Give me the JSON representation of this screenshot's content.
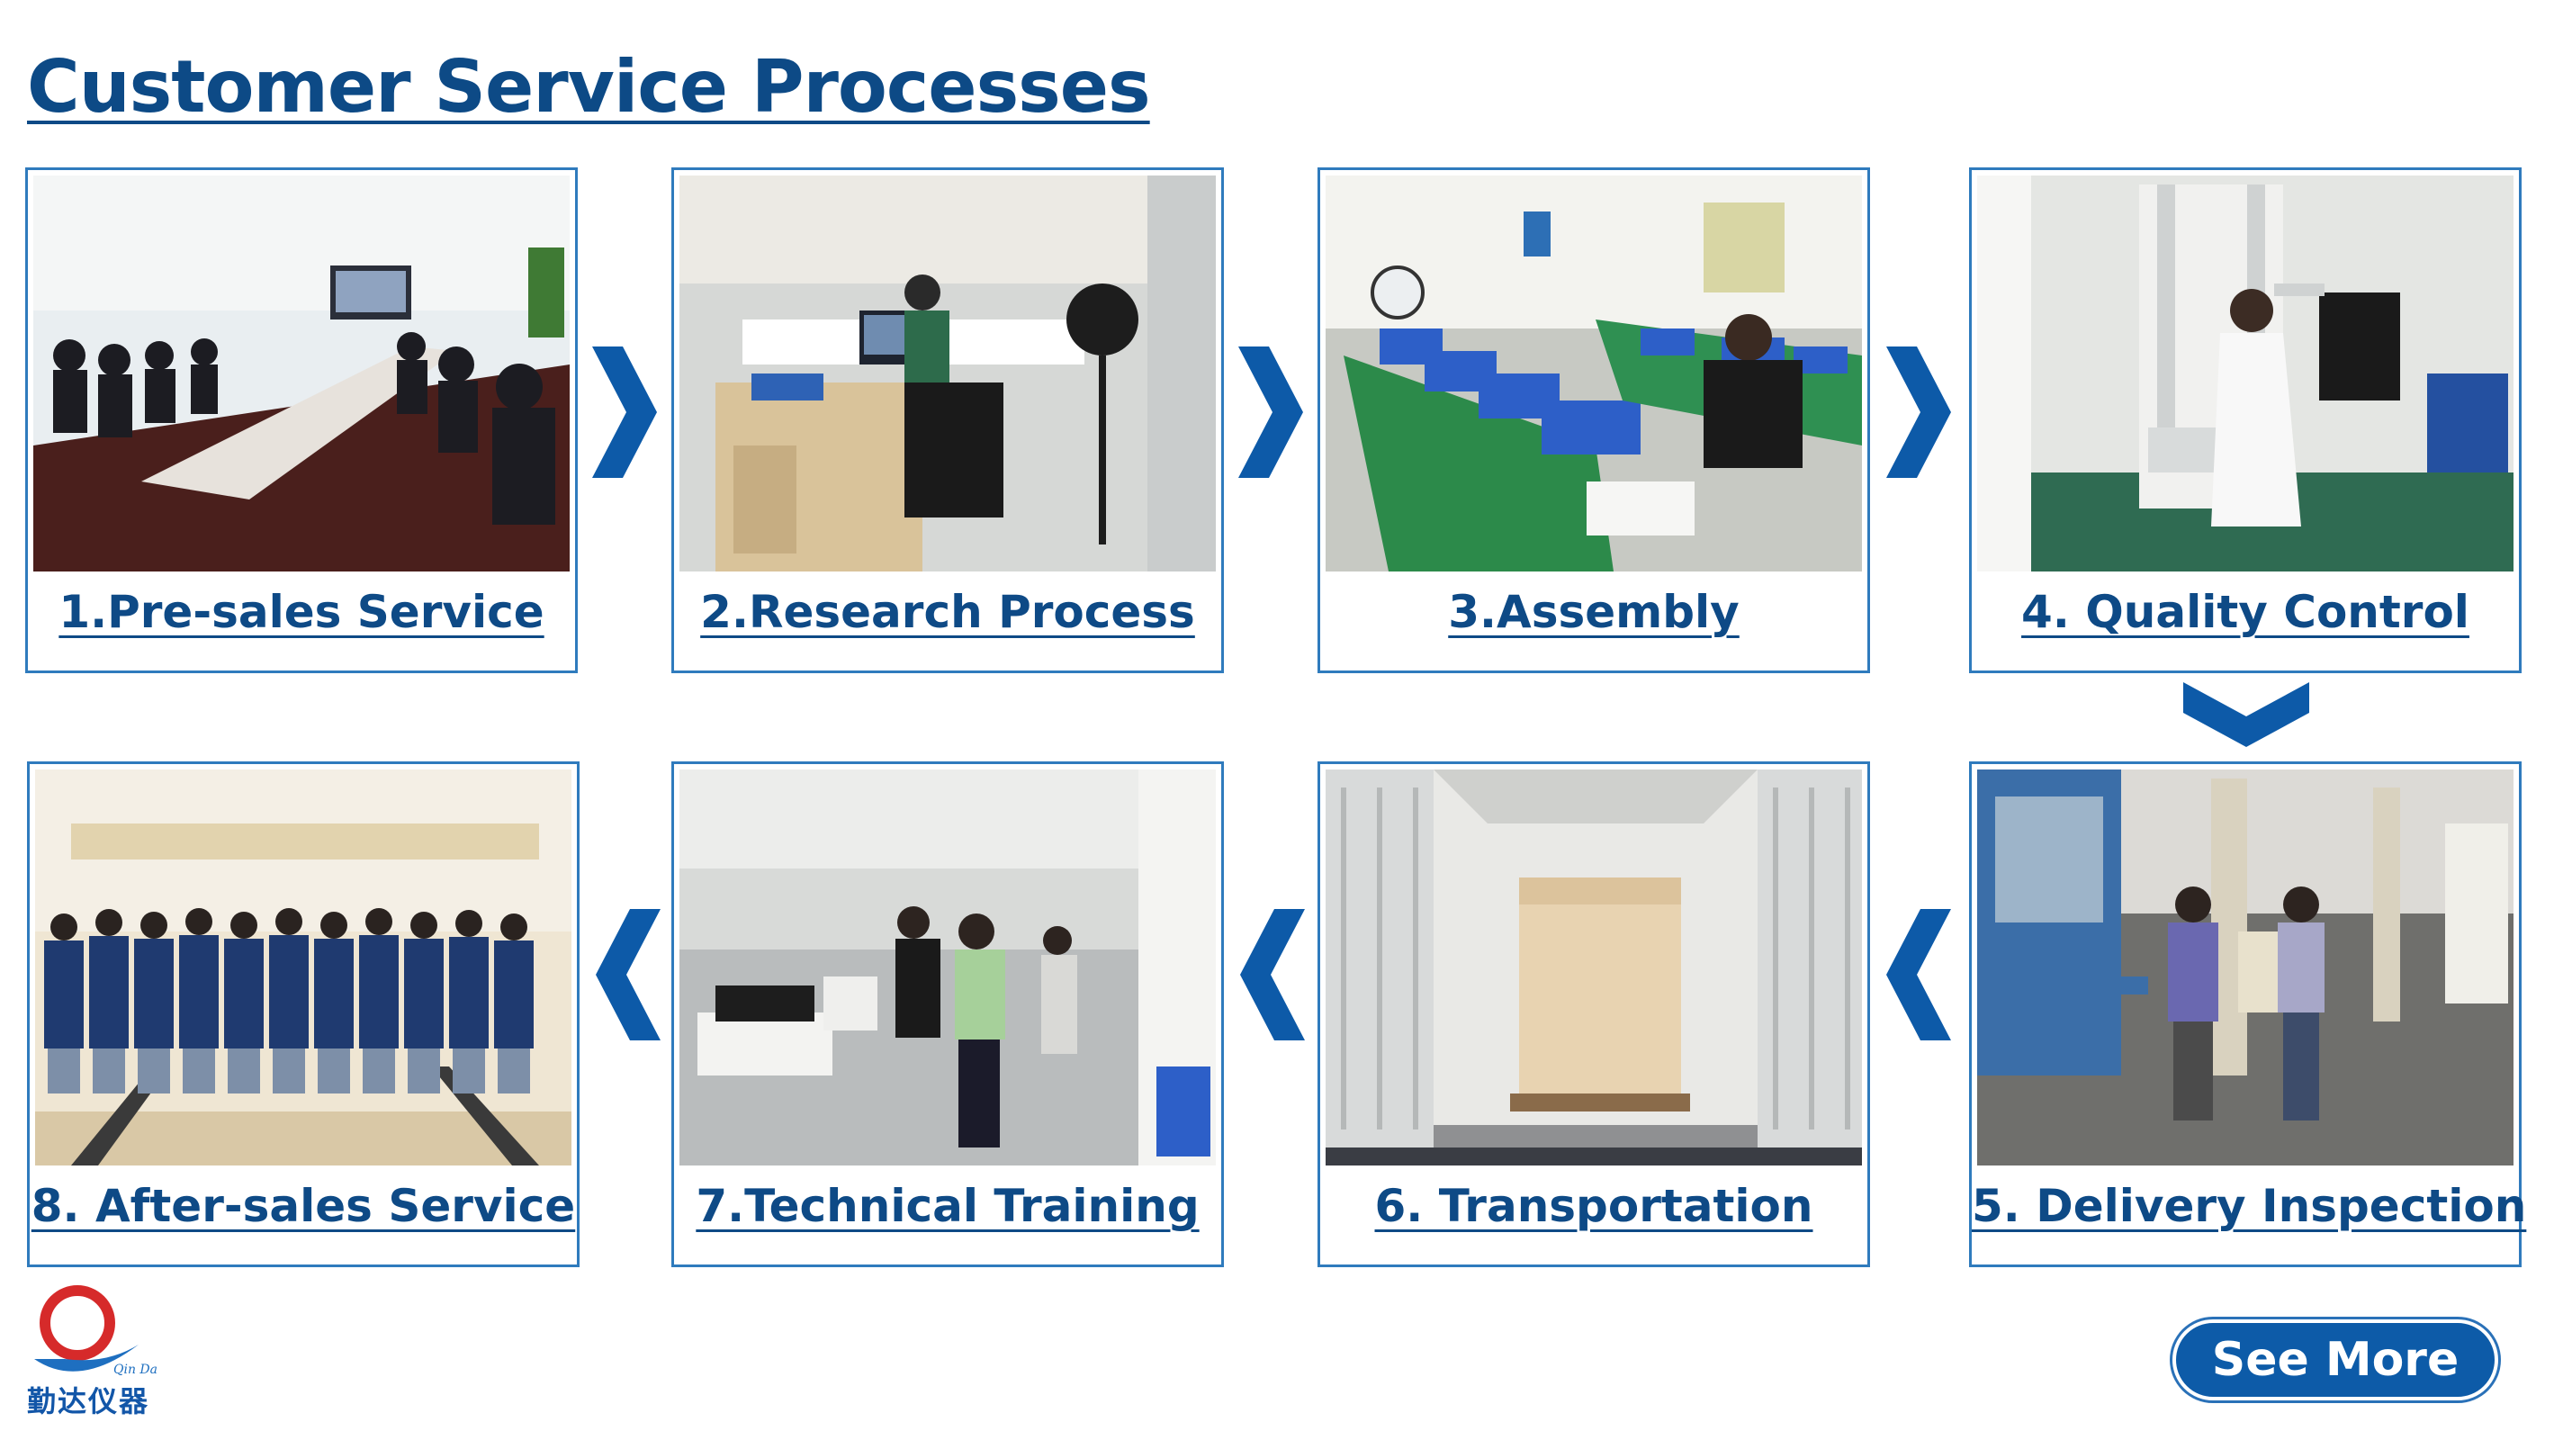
{
  "page": {
    "title": "Customer Service Processes"
  },
  "steps": [
    {
      "caption": "1.Pre-sales Service"
    },
    {
      "caption": "2.Research Process"
    },
    {
      "caption": "3.Assembly"
    },
    {
      "caption": "4. Quality Control"
    },
    {
      "caption": "5. Delivery Inspection"
    },
    {
      "caption": "6. Transportation"
    },
    {
      "caption": "7.Technical Training"
    },
    {
      "caption": "8. After-sales Service"
    }
  ],
  "logo": {
    "mark": "Qin Da",
    "name": "勤达仪器"
  },
  "actions": {
    "see_more": "See More"
  },
  "colors": {
    "accent": "#0d5ba8",
    "title": "#0d4a86",
    "frame": "#2f7bbd"
  },
  "icons": {
    "forward": "chevron-right-icon",
    "down": "chevron-down-icon",
    "back": "chevron-left-icon"
  }
}
